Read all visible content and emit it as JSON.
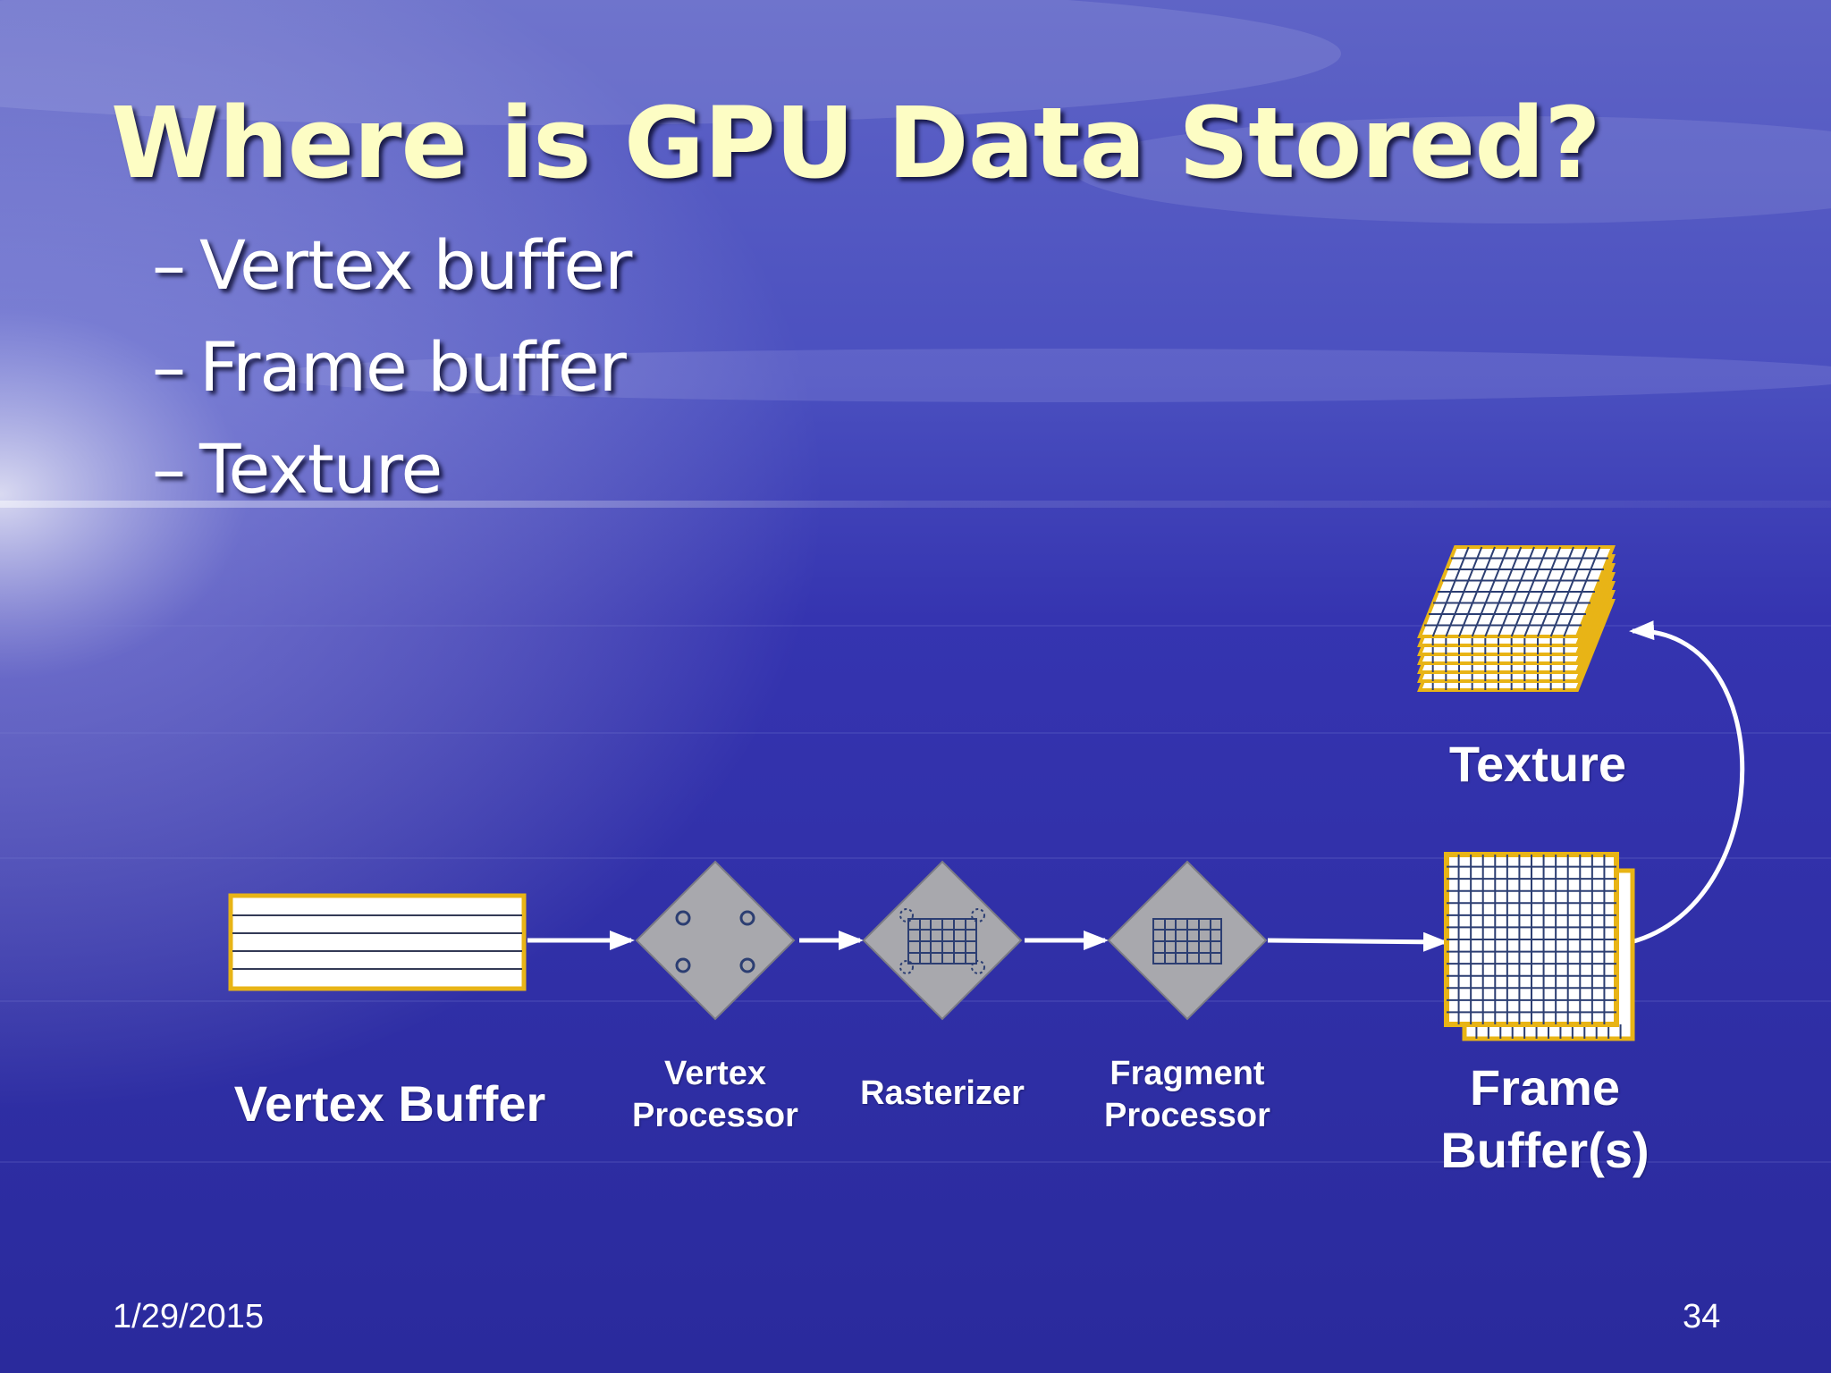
{
  "slide": {
    "title": "Where is GPU Data Stored?",
    "bullets": [
      {
        "dash": "–",
        "text": "Vertex buffer"
      },
      {
        "dash": "–",
        "text": "Frame buffer"
      },
      {
        "dash": "–",
        "text": "Texture"
      }
    ],
    "footer": {
      "date": "1/29/2015",
      "page": "34"
    }
  },
  "diagram": {
    "labels": {
      "vertex_buffer": "Vertex Buffer",
      "vertex_processor": [
        "Vertex",
        "Processor"
      ],
      "rasterizer": "Rasterizer",
      "fragment_processor": [
        "Fragment",
        "Processor"
      ],
      "texture": "Texture",
      "frame_buffers": [
        "Frame",
        "Buffer(s)"
      ]
    },
    "colors": {
      "buffer_outline": "#e8b416",
      "stage_fill": "#a8a8ad",
      "grid_line": "#2c3e72",
      "text_title": "#fdfdc4",
      "text_body": "#ffffff"
    }
  }
}
